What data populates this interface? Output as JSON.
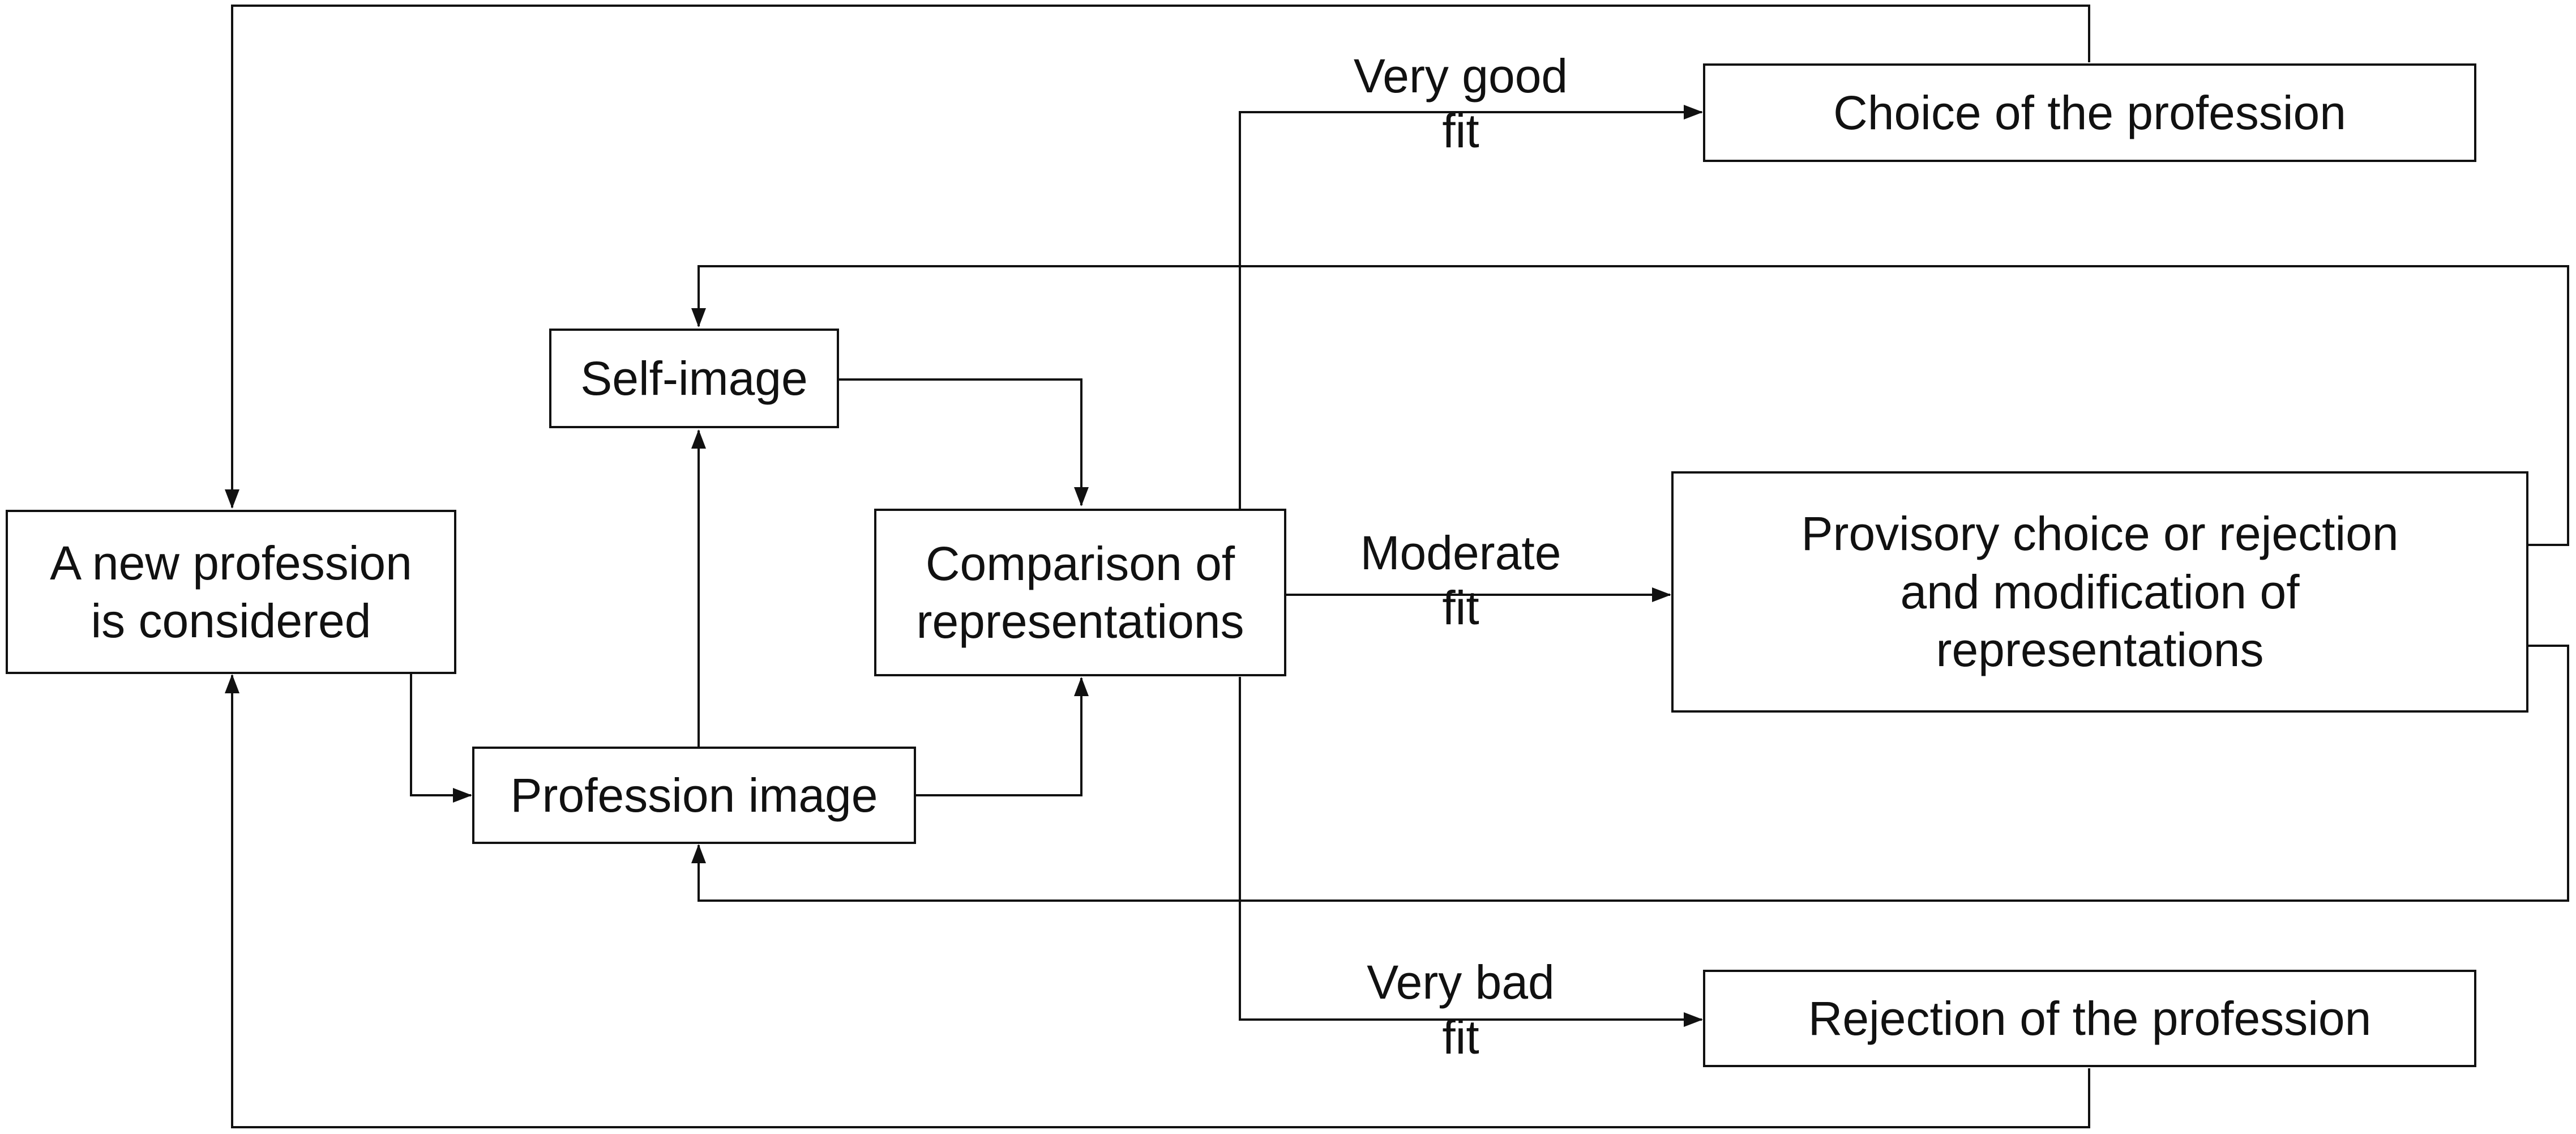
{
  "diagram": {
    "nodes": {
      "new_profession": {
        "label": "A new profession\nis considered"
      },
      "self_image": {
        "label": "Self-image"
      },
      "profession_image": {
        "label": "Profession image"
      },
      "comparison": {
        "label": "Comparison of\nrepresentations"
      },
      "choice": {
        "label": "Choice of the profession"
      },
      "provisory": {
        "label": "Provisory choice or rejection\nand modification of\nrepresentations"
      },
      "rejection": {
        "label": "Rejection of the profession"
      }
    },
    "edge_labels": {
      "very_good_fit": "Very good\nfit",
      "moderate_fit": "Moderate\nfit",
      "very_bad_fit": "Very bad\nfit"
    },
    "colors": {
      "line": "#111111",
      "box_border": "#111111",
      "text": "#111111",
      "background": "#ffffff"
    }
  }
}
